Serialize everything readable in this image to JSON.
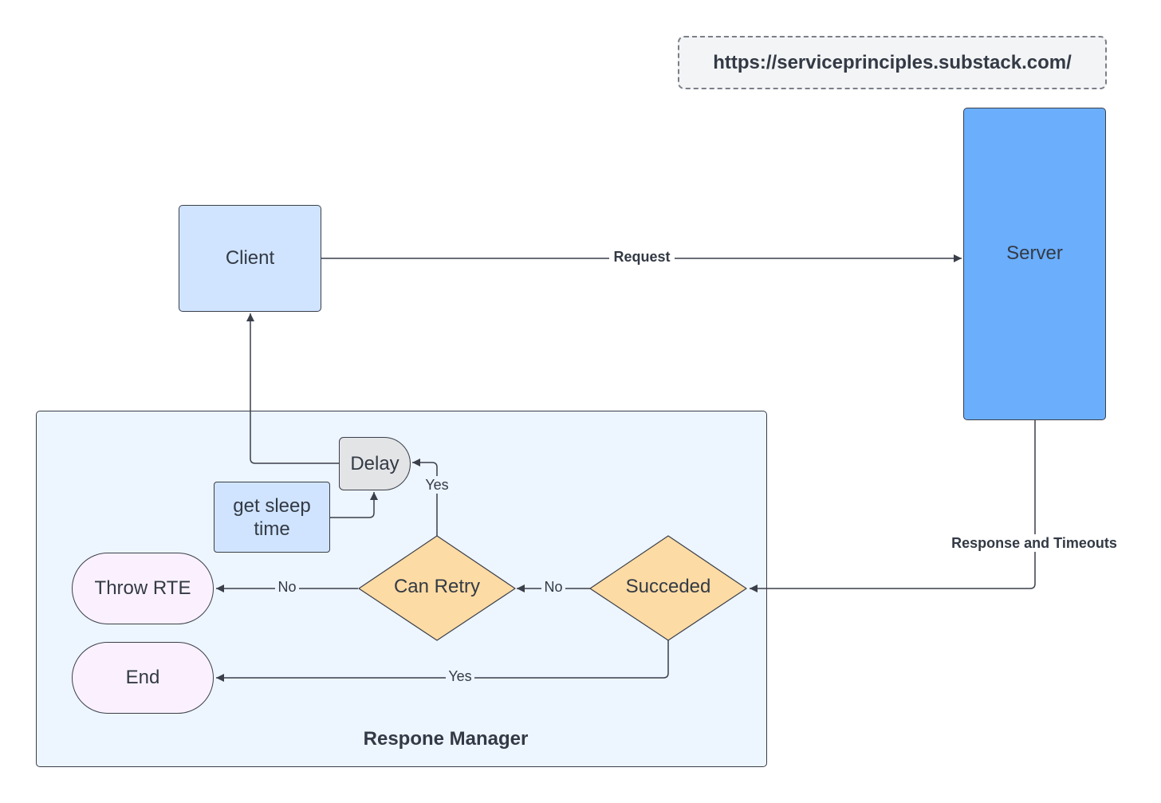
{
  "url_note": "https://serviceprinciples.substack.com/",
  "nodes": {
    "client": "Client",
    "server": "Server",
    "delay": "Delay",
    "get_sleep_time": "get sleep time",
    "can_retry": "Can Retry",
    "succeded": "Succeded",
    "throw_rte": "Throw RTE",
    "end": "End"
  },
  "container": {
    "title": "Respone Manager"
  },
  "edges": {
    "request": "Request",
    "response_and_timeouts": "Response and Timeouts",
    "succeded_no": "No",
    "can_retry_no": "No",
    "can_retry_yes": "Yes",
    "succeded_yes": "Yes"
  },
  "colors": {
    "client_fill": "#d0e4ff",
    "server_fill": "#6aaefc",
    "decision_fill": "#fddba4",
    "terminal_fill": "#fbf1fe",
    "delay_fill": "#e3e4e6",
    "container_fill": "#edf5ff",
    "line": "#3a3f4a"
  }
}
